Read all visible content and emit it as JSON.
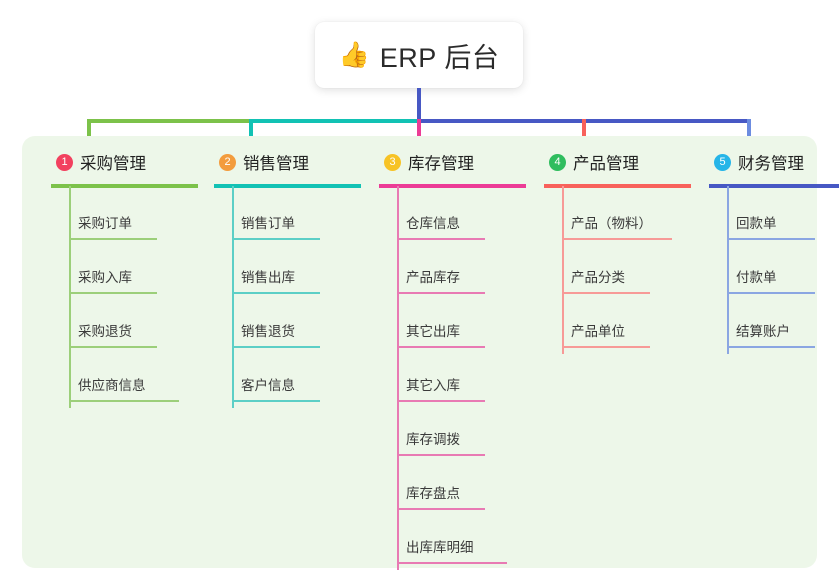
{
  "title": {
    "emoji": "👍",
    "emoji_name": "thumbs-up-emoji",
    "text": "ERP 后台"
  },
  "palette": {
    "panel_bg": "#edf7e9",
    "card_bg": "#ffffff",
    "bus_green": "#77c043",
    "bus_teal": "#12c2b4",
    "bus_blue": "#4758c4",
    "stem_pink": "#ec4899",
    "stem_red": "#f8615b",
    "stem_blue": "#6c8ce0",
    "title_line": "#4758c4"
  },
  "columns": [
    {
      "index": "1",
      "title": "采购管理",
      "badge_color": "#f2415f",
      "line_color": "#7cc24a",
      "stem_color": "#9ccf7a",
      "item_line_color": "#9ccf7a",
      "items": [
        "采购订单",
        "采购入库",
        "采购退货",
        "供应商信息"
      ]
    },
    {
      "index": "2",
      "title": "销售管理",
      "badge_color": "#f39c3d",
      "line_color": "#12c2b4",
      "stem_color": "#5ccfc6",
      "item_line_color": "#5ccfc6",
      "items": [
        "销售订单",
        "销售出库",
        "销售退货",
        "客户信息"
      ]
    },
    {
      "index": "3",
      "title": "库存管理",
      "badge_color": "#f7c325",
      "line_color": "#ec3c96",
      "stem_color": "#e87ab3",
      "item_line_color": "#e87ab3",
      "items": [
        "仓库信息",
        "产品库存",
        "其它出库",
        "其它入库",
        "库存调拨",
        "库存盘点",
        "出库库明细"
      ]
    },
    {
      "index": "4",
      "title": "产品管理",
      "badge_color": "#2fbd5e",
      "line_color": "#f8615b",
      "stem_color": "#f79a97",
      "item_line_color": "#f79a97",
      "items": [
        "产品（物料）",
        "产品分类",
        "产品单位"
      ]
    },
    {
      "index": "5",
      "title": "财务管理",
      "badge_color": "#26b5e8",
      "line_color": "#4758c4",
      "stem_color": "#8ba6e2",
      "item_line_color": "#8ba6e2",
      "items": [
        "回款单",
        "付款单",
        "结算账户"
      ]
    }
  ]
}
